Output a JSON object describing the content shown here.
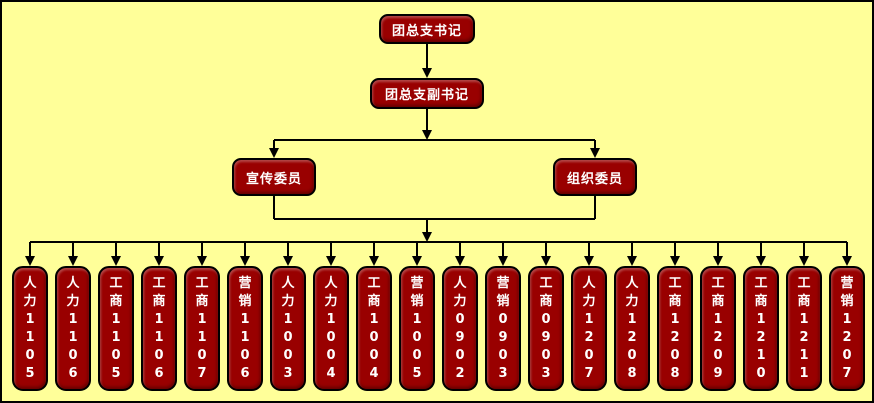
{
  "colors": {
    "background": "#FFFF99",
    "box_fill": "#990000",
    "box_border": "#000000",
    "box_text": "#FFFFFF",
    "connector": "#000000"
  },
  "nodes": {
    "root": {
      "label": "团总支书记"
    },
    "deputy": {
      "label": "团总支副书记"
    },
    "committees": [
      {
        "label": "宣传委员"
      },
      {
        "label": "组织委员"
      }
    ]
  },
  "classes": [
    {
      "label": "人力1105"
    },
    {
      "label": "人力1106"
    },
    {
      "label": "工商1105"
    },
    {
      "label": "工商1106"
    },
    {
      "label": "工商1107"
    },
    {
      "label": "营销1106"
    },
    {
      "label": "人力1003"
    },
    {
      "label": "人力1004"
    },
    {
      "label": "工商1004"
    },
    {
      "label": "营销1005"
    },
    {
      "label": "人力0902"
    },
    {
      "label": "营销0903"
    },
    {
      "label": "工商0903"
    },
    {
      "label": "人力1207"
    },
    {
      "label": "人力1208"
    },
    {
      "label": "工商1208"
    },
    {
      "label": "工商1209"
    },
    {
      "label": "工商1210"
    },
    {
      "label": "工商1211"
    },
    {
      "label": "营销1207"
    }
  ]
}
